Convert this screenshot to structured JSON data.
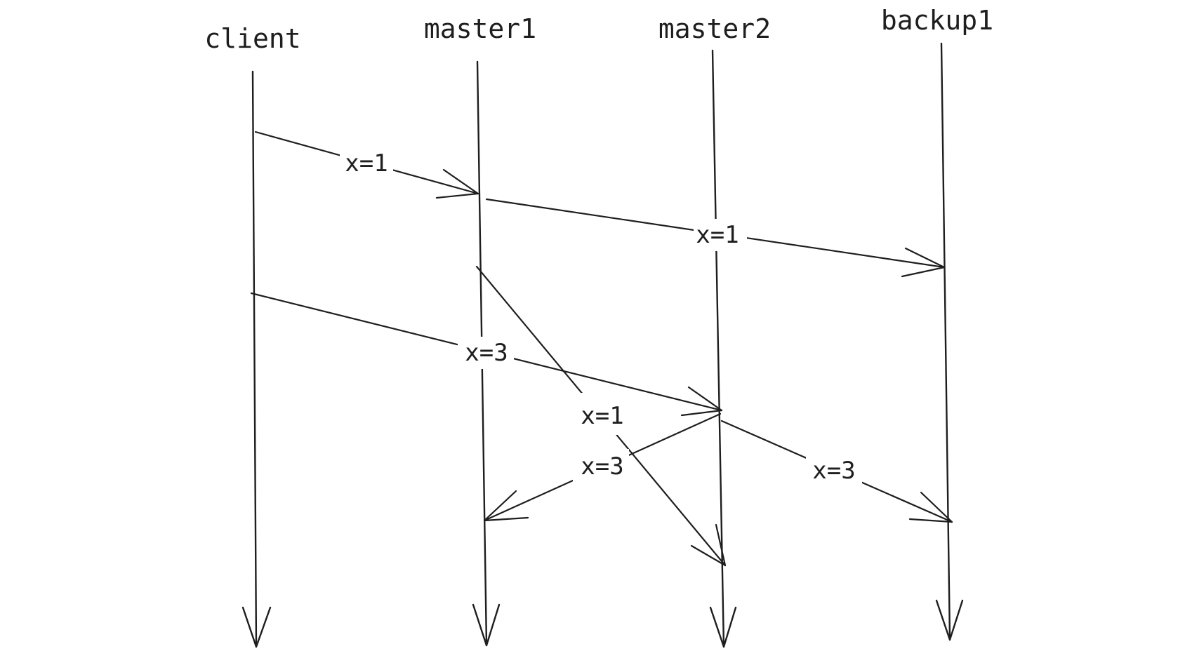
{
  "lanes": [
    {
      "id": "client",
      "label": "client"
    },
    {
      "id": "master1",
      "label": "master1"
    },
    {
      "id": "master2",
      "label": "master2"
    },
    {
      "id": "backup1",
      "label": "backup1"
    }
  ],
  "messages": [
    {
      "id": "client-to-master1",
      "from": "client",
      "to": "master1",
      "label": "x=1"
    },
    {
      "id": "master1-to-backup1",
      "from": "master1",
      "to": "backup1",
      "label": "x=1"
    },
    {
      "id": "client-to-master2",
      "from": "client",
      "to": "master2",
      "label": "x=3"
    },
    {
      "id": "master1-to-master2",
      "from": "master1",
      "to": "master2",
      "label": "x=1"
    },
    {
      "id": "master2-to-master1",
      "from": "master2",
      "to": "master1",
      "label": "x=3"
    },
    {
      "id": "master2-to-backup1",
      "from": "master2",
      "to": "backup1",
      "label": "x=3"
    }
  ]
}
